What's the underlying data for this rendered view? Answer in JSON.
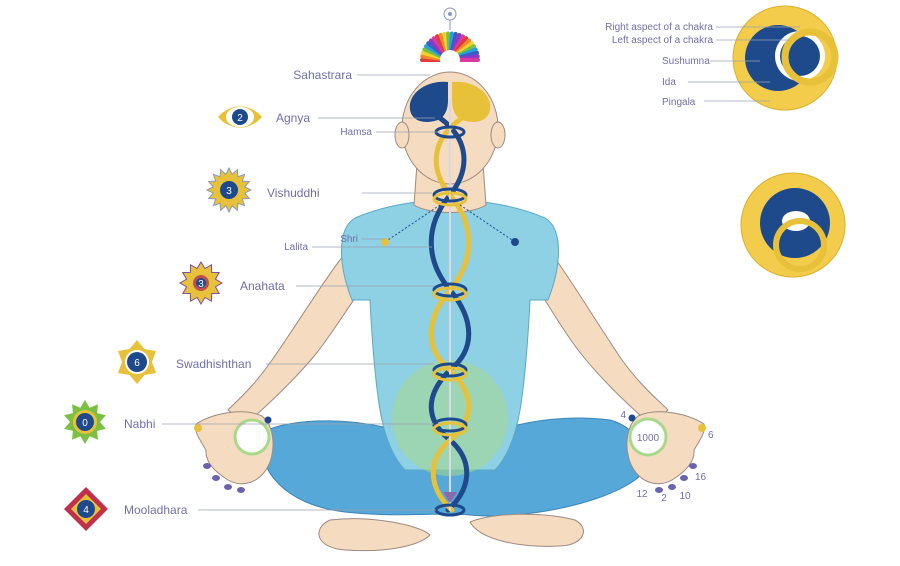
{
  "chakra_labels": {
    "sahastrara": "Sahastrara",
    "agnya": "Agnya",
    "hamsa": "Hamsa",
    "vishuddhi": "Vishuddhi",
    "shri": "Shri",
    "lalita": "Lalita",
    "anahata": "Anahata",
    "swadhishthan": "Swadhishthan",
    "nabhi": "Nabhi",
    "mooladhara": "Mooladhara"
  },
  "chakra_numbers": {
    "agnya": "2",
    "vishuddhi": "3",
    "anahata": "3",
    "swadhishthan": "6",
    "nabhi": "0",
    "mooladhara": "4"
  },
  "legend": {
    "right_aspect": "Right aspect of a chakra",
    "left_aspect": "Left aspect of a chakra",
    "sushumna": "Sushumna",
    "ida": "Ida",
    "pingala": "Pingala"
  },
  "hand_numbers": {
    "n1000": "1000",
    "n4": "4",
    "n6": "6",
    "n16": "16",
    "n12": "12",
    "n2": "2",
    "n10": "10"
  },
  "colors": {
    "skin": "#f5dcc0",
    "skin_outline": "#9b8a80",
    "shirt": "#8ed0e4",
    "pants": "#55a8d8",
    "ida_blue": "#1e4a8c",
    "pingala_gold": "#e8c13a",
    "label": "#6f6fa8"
  }
}
